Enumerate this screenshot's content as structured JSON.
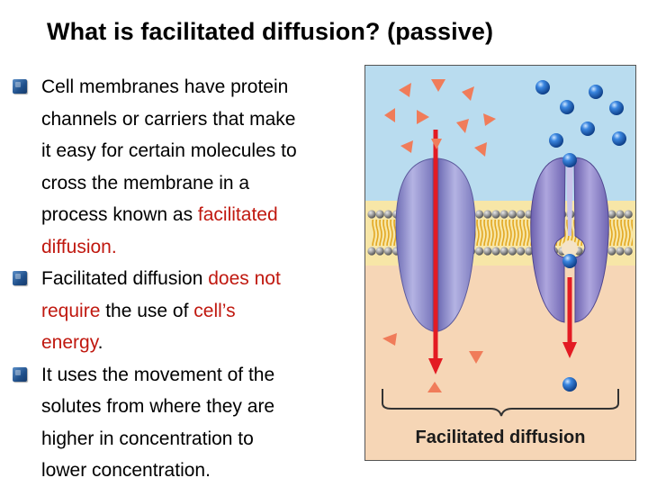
{
  "slide": {
    "title": "What is facilitated diffusion? (passive)",
    "bullets": [
      {
        "lines": [
          [
            {
              "t": "Cell membranes have protein",
              "c": ""
            }
          ],
          [
            {
              "t": "channels or carriers that make",
              "c": ""
            }
          ],
          [
            {
              "t": "it easy for certain molecules to",
              "c": ""
            }
          ],
          [
            {
              "t": "cross the membrane in a",
              "c": ""
            }
          ],
          [
            {
              "t": "process known as ",
              "c": ""
            },
            {
              "t": "facilitated",
              "c": "red"
            }
          ],
          [
            {
              "t": "diffusion.",
              "c": "red"
            }
          ]
        ]
      },
      {
        "lines": [
          [
            {
              "t": "Facilitated diffusion ",
              "c": ""
            },
            {
              "t": "does not",
              "c": "red"
            }
          ],
          [
            {
              "t": "require",
              "c": "red"
            },
            {
              "t": " the use of ",
              "c": ""
            },
            {
              "t": "cell’s",
              "c": "red"
            }
          ],
          [
            {
              "t": "energy",
              "c": "red"
            },
            {
              "t": ".",
              "c": ""
            }
          ]
        ]
      },
      {
        "lines": [
          [
            {
              "t": "It uses the movement of the",
              "c": ""
            }
          ],
          [
            {
              "t": "solutes from where they are",
              "c": ""
            }
          ],
          [
            {
              "t": "higher in concentration to",
              "c": ""
            }
          ],
          [
            {
              "t": "lower concentration.",
              "c": ""
            }
          ]
        ]
      }
    ]
  },
  "figure": {
    "caption": "Facilitated diffusion",
    "icon": "membrane-transport-illustration",
    "colors": {
      "extracellular": "#b9dcef",
      "intracellular": "#f6d6b6",
      "channel_protein": "#9b9ad2",
      "carrier_protein": "#8d83c4",
      "arrow": "#e31b23",
      "triangle_solute": "#f07c5a",
      "sphere_solute": "#1f66c6",
      "lipid_head": "#9a9a9a",
      "lipid_tail": "#f0c23c"
    }
  }
}
